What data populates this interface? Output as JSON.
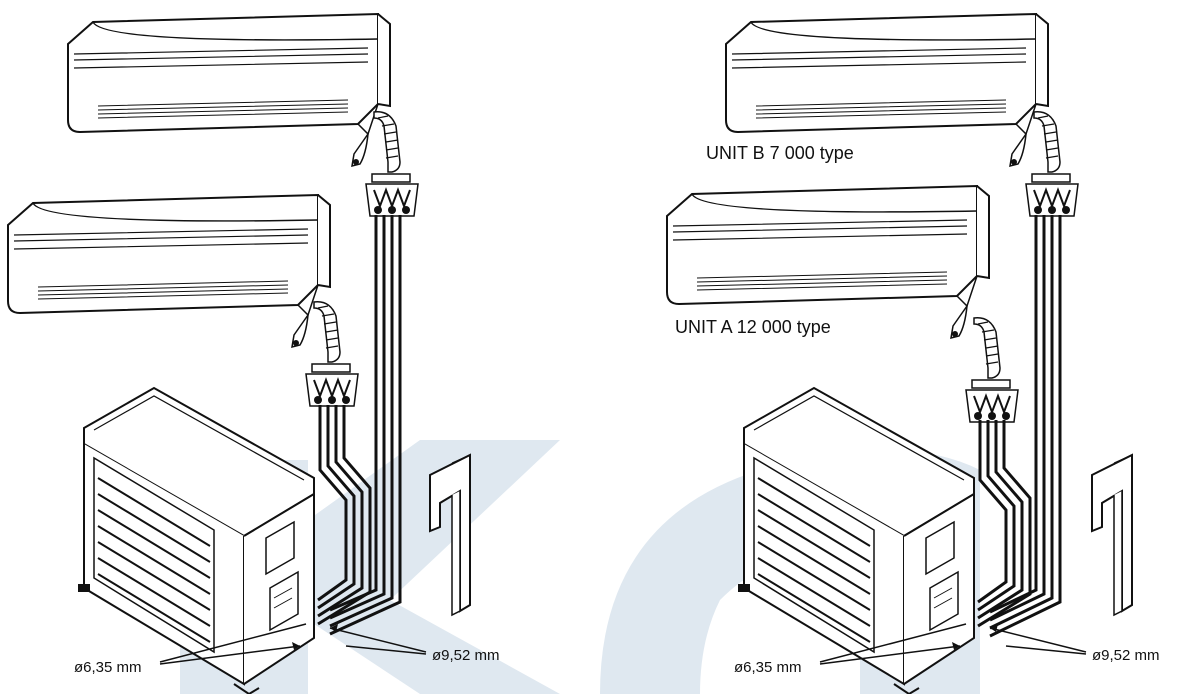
{
  "diagrams": [
    {
      "unit_labels": [],
      "dimension_labels": {
        "small_pipe": "ø6,35 mm",
        "large_pipe": "ø9,52 mm"
      }
    },
    {
      "unit_labels": [
        "UNIT B 7 000 type",
        "UNIT A 12 000 type"
      ],
      "dimension_labels": {
        "small_pipe": "ø6,35 mm",
        "large_pipe": "ø9,52 mm"
      }
    }
  ],
  "colors": {
    "line": "#111111",
    "watermark": "#dfe8f0",
    "background": "#ffffff"
  },
  "watermark": "logo-shape"
}
